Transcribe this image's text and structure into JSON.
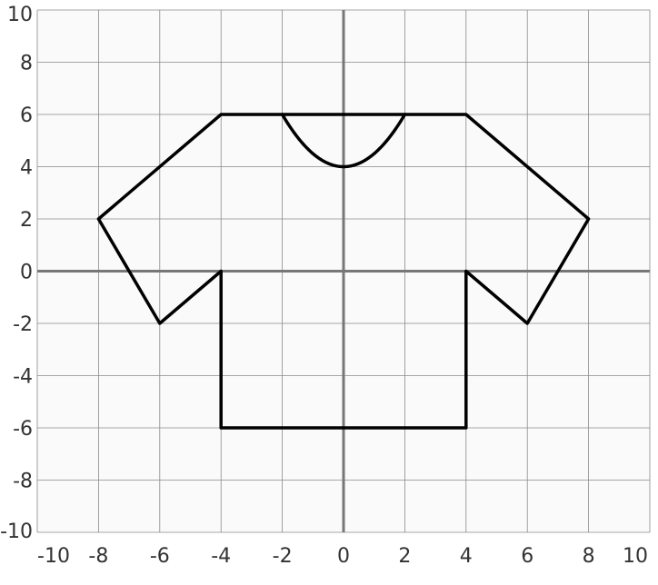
{
  "chart_data": {
    "type": "line",
    "title": "",
    "xlabel": "",
    "ylabel": "",
    "xlim": [
      -10,
      10
    ],
    "ylim": [
      -10,
      10
    ],
    "grid": true,
    "grid_step": 2,
    "x_ticks": [
      "-10",
      "-8",
      "-6",
      "-4",
      "-2",
      "0",
      "2",
      "4",
      "6",
      "8",
      "10"
    ],
    "y_ticks": [
      "10",
      "8",
      "6",
      "4",
      "2",
      "0",
      "-2",
      "-4",
      "-6",
      "-8",
      "-10"
    ],
    "colors": {
      "shape": "#000000",
      "axes": "#777777",
      "grid": "#8a8a8a",
      "background": "#fafafa"
    },
    "series": [
      {
        "kind": "polyline",
        "points": [
          [
            -2,
            6
          ],
          [
            -4,
            6
          ],
          [
            -8,
            2
          ],
          [
            -6,
            -2
          ],
          [
            -4,
            0
          ],
          [
            -4,
            -6
          ],
          [
            4,
            -6
          ],
          [
            4,
            0
          ],
          [
            6,
            -2
          ],
          [
            8,
            2
          ],
          [
            4,
            6
          ],
          [
            2,
            6
          ]
        ]
      },
      {
        "kind": "segment",
        "points": [
          [
            -2,
            6
          ],
          [
            2,
            6
          ]
        ]
      },
      {
        "kind": "parabola",
        "equation": "y = x^2/2 + 4",
        "domain": [
          -2,
          2
        ]
      }
    ]
  }
}
